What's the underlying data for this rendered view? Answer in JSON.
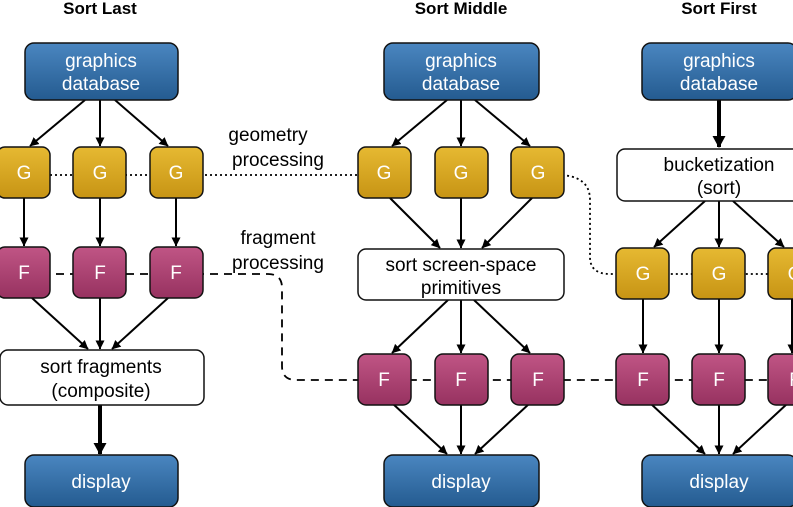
{
  "columns": {
    "sort_last": {
      "heading": "Sort Last",
      "database_label": [
        "graphics",
        "database"
      ],
      "g_label": "G",
      "f_label": "F",
      "sort_box_label": [
        "sort fragments",
        "(composite)"
      ],
      "display_label": "display"
    },
    "sort_middle": {
      "heading": "Sort Middle",
      "database_label": [
        "graphics",
        "database"
      ],
      "g_label": "G",
      "f_label": "F",
      "sort_box_label": [
        "sort screen-space",
        "primitives"
      ],
      "display_label": "display"
    },
    "sort_first": {
      "heading": "Sort First",
      "database_label": [
        "graphics",
        "database"
      ],
      "bucket_box_label": [
        "bucketization",
        "(sort)"
      ],
      "g_label": "G",
      "f_label": "F",
      "display_label": "display"
    }
  },
  "stage_labels": {
    "geometry": [
      "geometry",
      "processing"
    ],
    "fragment": [
      "fragment",
      "processing"
    ]
  },
  "colors": {
    "database_fill": "#2d6aa3",
    "geometry_fill": "#d6a51a",
    "fragment_fill": "#ab3f6b",
    "sort_box_fill": "#ffffff",
    "arrow": "#000000"
  }
}
